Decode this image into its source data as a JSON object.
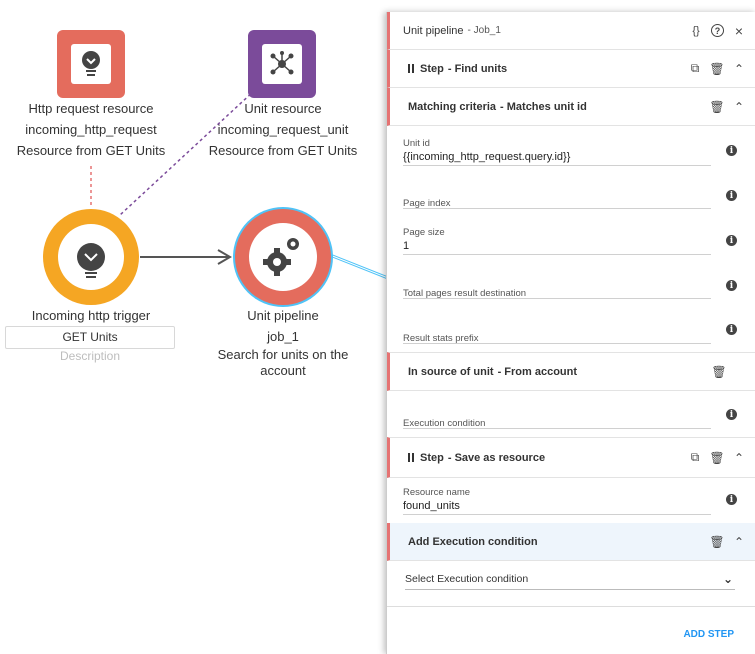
{
  "nodes": {
    "http_resource": {
      "title": "Http request resource",
      "name": "incoming_http_request",
      "desc": "Resource from GET Units",
      "color": "#e46c5d"
    },
    "unit_resource": {
      "title": "Unit resource",
      "name": "incoming_request_unit",
      "desc": "Resource from GET Units",
      "color": "#7b4b9a"
    },
    "trigger": {
      "title": "Incoming http trigger",
      "value": "GET Units",
      "description_placeholder": "Description",
      "color": "#f5a623"
    },
    "pipeline": {
      "title": "Unit pipeline",
      "name": "job_1",
      "desc_line1": "Search for units on the",
      "desc_line2": "account",
      "color": "#e46c5d"
    }
  },
  "panel": {
    "title": "Unit pipeline",
    "subtitle": "- Job_1",
    "header_icons": {
      "code": "{}",
      "help": "?",
      "close": "×"
    },
    "step1": {
      "title": "Step",
      "sub": "- Find units"
    },
    "criteria": {
      "title": "Matching criteria",
      "sub": "- Matches unit id"
    },
    "fields": {
      "unit_id": {
        "label": "Unit id",
        "value": "{{incoming_http_request.query.id}}"
      },
      "page_index": {
        "label": "Page index",
        "value": ""
      },
      "page_size": {
        "label": "Page size",
        "value": "1"
      },
      "total_pages": {
        "label": "Total pages result destination",
        "value": ""
      },
      "result_stats": {
        "label": "Result stats prefix",
        "value": ""
      }
    },
    "source": {
      "title": "In source of unit",
      "sub": "- From account"
    },
    "exec_condition": {
      "label": "Execution condition",
      "value": ""
    },
    "step2": {
      "title": "Step",
      "sub": "- Save as resource"
    },
    "resource_name": {
      "label": "Resource name",
      "value": "found_units"
    },
    "add_exec": {
      "title": "Add Execution condition"
    },
    "select_exec": {
      "value": "Select Execution condition"
    },
    "add_step": "ADD STEP"
  },
  "colors": {
    "accent": "#e57373",
    "link": "#2196f3"
  }
}
